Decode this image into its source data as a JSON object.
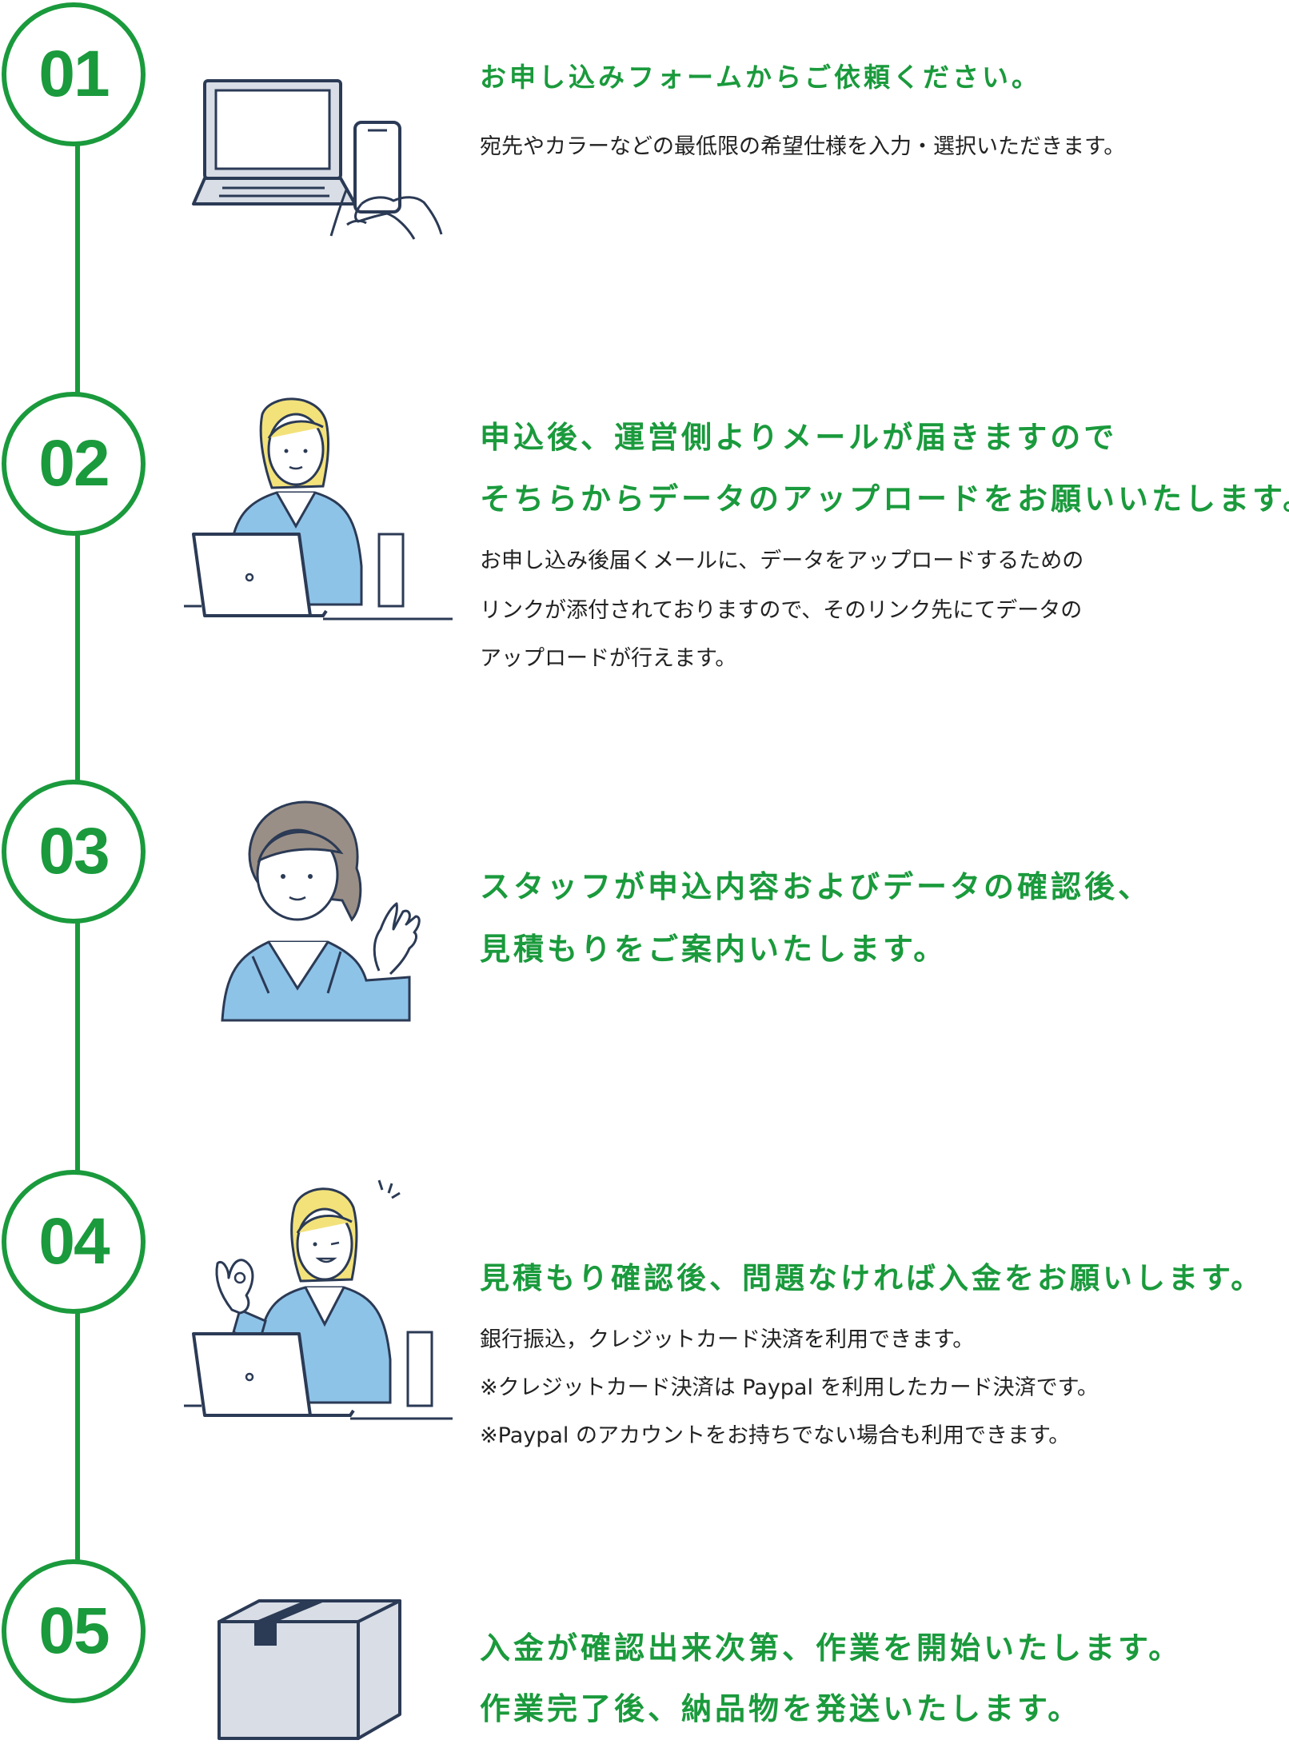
{
  "colors": {
    "accent": "#1a9a3c",
    "text": "#222222",
    "illustration_stroke": "#2b3a55",
    "jacket_blue": "#8ec3e8",
    "hair_yellow": "#f3e27a",
    "hair_brown": "#9a8f86",
    "box_gray": "#d8dde6"
  },
  "steps": [
    {
      "number": "01",
      "illustration": "laptop-and-smartphone",
      "heading": [
        "お申し込みフォームからご依頼ください。"
      ],
      "body": [
        "宛先やカラーなどの最低限の希望仕様を入力・選択いただきます。"
      ]
    },
    {
      "number": "02",
      "illustration": "woman-at-laptop",
      "heading": [
        "申込後、運営側よりメールが届きますので",
        "そちらからデータのアップロードをお願いいたします。"
      ],
      "body": [
        "お申し込み後届くメールに、データをアップロードするための",
        "リンクが添付されておりますので、そのリンク先にてデータの",
        "アップロードが行えます。"
      ]
    },
    {
      "number": "03",
      "illustration": "staff-woman-waving",
      "heading": [
        "スタッフが申込内容およびデータの確認後、",
        "見積もりをご案内いたします。"
      ],
      "body": []
    },
    {
      "number": "04",
      "illustration": "woman-ok-sign-at-laptop",
      "heading": [
        "見積もり確認後、問題なければ入金をお願いします。"
      ],
      "body": [
        "銀行振込，クレジットカード決済を利用できます。",
        "※クレジットカード決済は Paypal を利用したカード決済です。",
        "※Paypal のアカウントをお持ちでない場合も利用できます。"
      ]
    },
    {
      "number": "05",
      "illustration": "cardboard-box",
      "heading": [
        "入金が確認出来次第、作業を開始いたします。",
        "作業完了後、納品物を発送いたします。"
      ],
      "body": []
    }
  ]
}
